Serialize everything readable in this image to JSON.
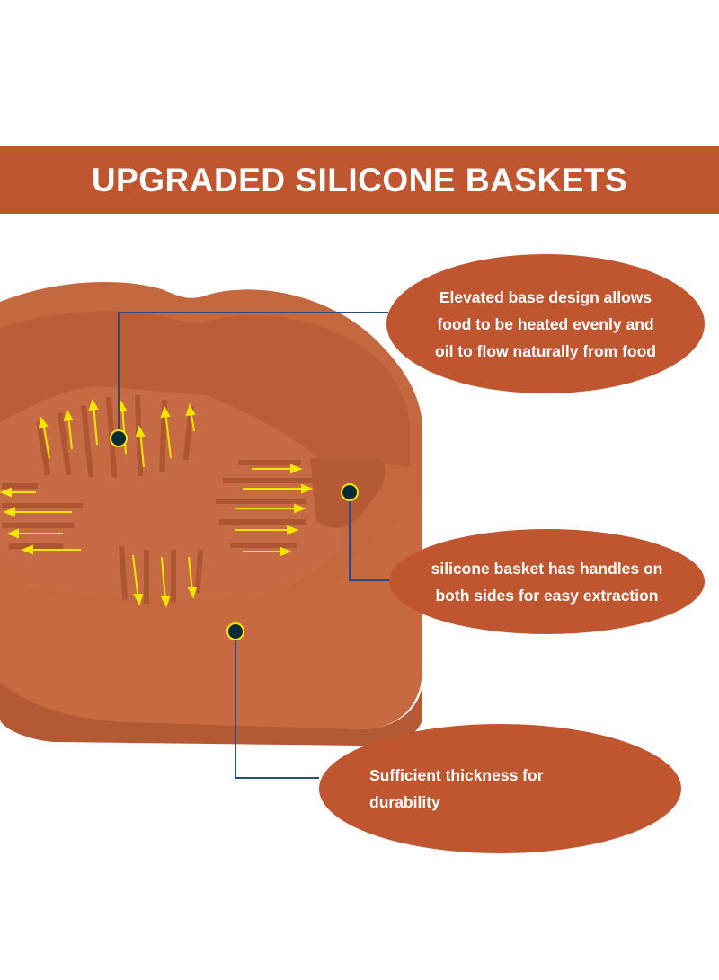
{
  "title": "UPGRADED SILICONE BASKETS",
  "callouts": [
    {
      "text": "Elevated base design allows\nfood to be heated evenly and\noil to flow naturally from food"
    },
    {
      "text": "silicone basket has handles on\nboth sides for easy extraction"
    },
    {
      "text": "Sufficient thickness for\ndurability"
    }
  ],
  "colors": {
    "brand": "#c0562f",
    "basket": "#c4683f",
    "basket_shadow": "#a9532f",
    "arrow": "#f2e600",
    "leader_line": "#2c4a7e",
    "dot": "#0d2a3a"
  },
  "icons": [
    "callout-dot-icon",
    "flow-arrow-icon"
  ]
}
